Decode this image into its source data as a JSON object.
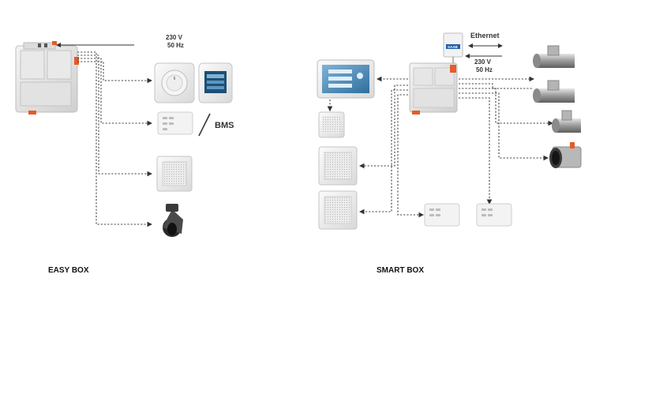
{
  "easy_box": {
    "caption": "EASY BOX",
    "power": {
      "line1": "230 V",
      "line2": "50 Hz"
    },
    "bms_label": "BMS"
  },
  "smart_box": {
    "caption": "SMART BOX",
    "module_label": "SAAB",
    "ethernet_label": "Ethernet",
    "power": {
      "line1": "230 V",
      "line2": "50 Hz"
    }
  }
}
